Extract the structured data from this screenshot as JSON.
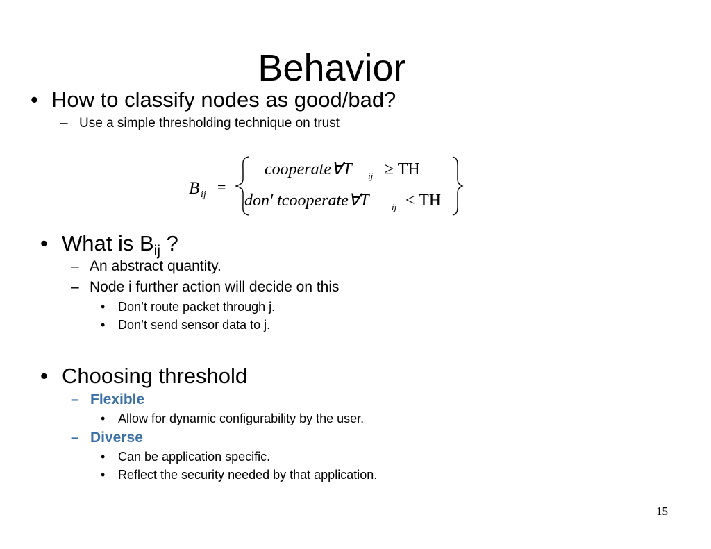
{
  "slide": {
    "title": "Behavior",
    "page_number": "15"
  },
  "section1": {
    "bullet_glyph": "•",
    "heading": "How to classify nodes as good/bad?",
    "sub_glyph": "–",
    "sub": "Use a simple thresholding technique on trust"
  },
  "formula": {
    "lhs_symbol": "B",
    "lhs_subscript": "ij",
    "equals": "=",
    "case1": "cooperate∀T",
    "case1_sub": "ij",
    "case1_rel": "≥ TH",
    "case2": "don' tcooperate∀T",
    "case2_sub": "ij",
    "case2_rel": "< TH"
  },
  "section2": {
    "bullet_glyph": "•",
    "heading_prefix": "What is B",
    "heading_subscript": "ij",
    "heading_suffix": " ?",
    "sub_glyph": "–",
    "sub1": "An abstract quantity.",
    "sub2": "Node i further action will decide on this",
    "leaf_glyph": "•",
    "leaf1": "Don’t route packet through j.",
    "leaf2": "Don’t send sensor data to j."
  },
  "section3": {
    "bullet_glyph": "•",
    "heading": "Choosing threshold",
    "sub_glyph": "–",
    "sub1": "Flexible",
    "leaf_glyph": "•",
    "leaf1": "Allow for dynamic configurability by the user.",
    "sub2": "Diverse",
    "leaf2": "Can be application specific.",
    "leaf3": "Reflect the security needed by that application."
  },
  "colors": {
    "text": "#000000",
    "accent": "#3a70a6",
    "background": "#ffffff"
  }
}
